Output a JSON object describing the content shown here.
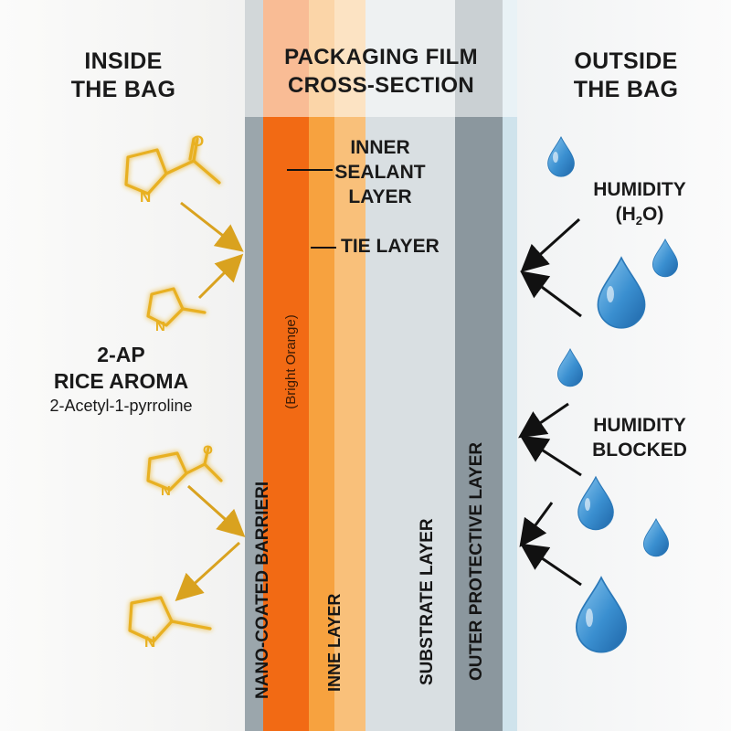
{
  "inside": {
    "line1": "INSIDE",
    "line2": "THE BAG"
  },
  "film": {
    "line1": "PACKAGING FILM",
    "line2": "CROSS-SECTION"
  },
  "outside": {
    "line1": "OUTSIDE",
    "line2": "THE BAG"
  },
  "callouts": {
    "sealant_line1": "INNER",
    "sealant_line2": "SEALANT",
    "sealant_line3": "LAYER",
    "tie": "TIE LAYER"
  },
  "aroma": {
    "line1": "2-AP",
    "line2": "RICE AROMA",
    "line3": "2-Acetyl-1-pyrroline"
  },
  "humidity": {
    "line1": "HUMIDITY",
    "line2_prefix": "(H",
    "line2_sub": "2",
    "line2_suffix": "O)"
  },
  "blocked": {
    "line1": "HUMIDITY",
    "line2": "BLOCKED"
  },
  "layers": {
    "nano": "NANO-COATED BARRIERI",
    "nano_note": "(Bright Orange)",
    "inne": "INNE LAYER",
    "substrate": "SUBSTRATE LAYER",
    "outer": "OUTER PROTECTIVE LAYER"
  },
  "molecule_atom": {
    "nitrogen": "N",
    "oxygen": "O"
  },
  "colors": {
    "orange_barrier": "#f26a14",
    "molecule_gold": "#e8b020",
    "droplet_blue": "#3a8fd0",
    "arrow_black": "#111111"
  },
  "icons": [
    "pyrroline-molecule-icon",
    "water-droplet-icon",
    "arrow-icon"
  ]
}
